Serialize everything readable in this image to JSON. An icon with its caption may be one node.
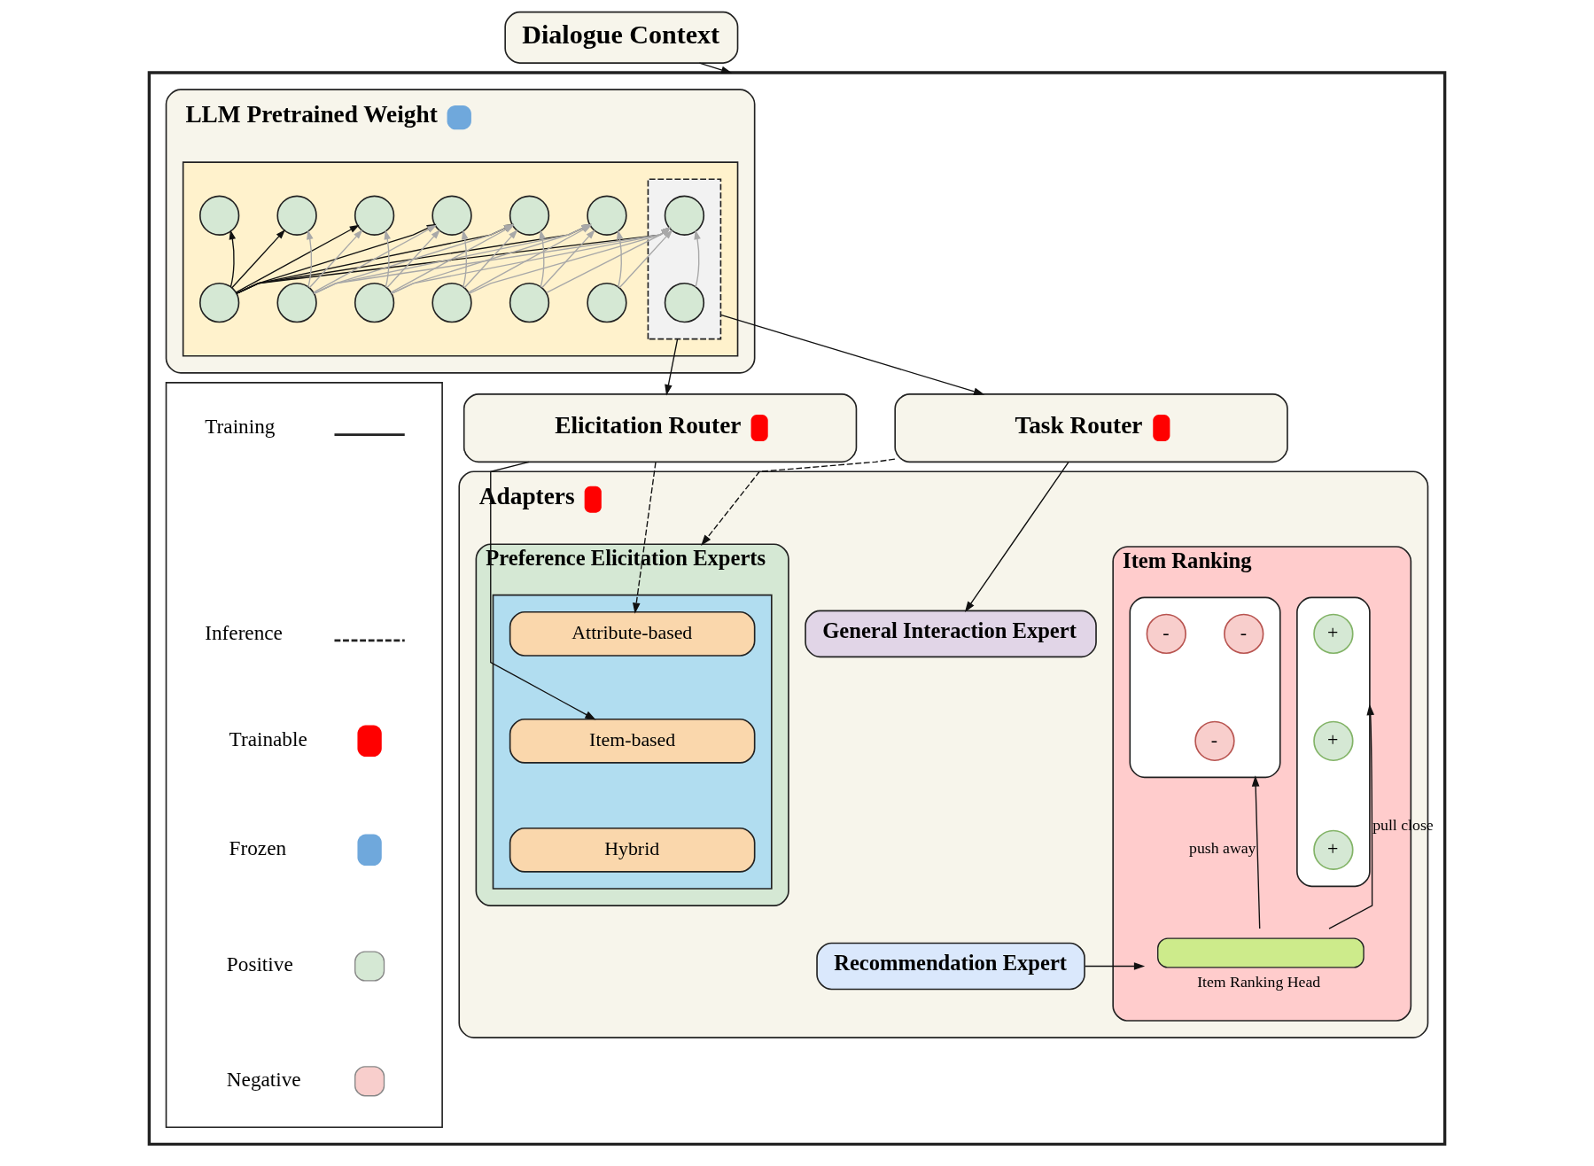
{
  "diagram": {
    "nodes": [
      {
        "text": [
          "Dialogue Context"
        ]
      },
      {
        "text": [],
        "shape": "box"
      },
      {
        "text": [
          "LLM Pretrained Weight"
        ],
        "in": 1
      },
      {
        "text": [],
        "shape": "box",
        "in": 2
      },
      {
        "text": [],
        "shape": "circle",
        "in": 3
      },
      {
        "text": [],
        "shape": "circle",
        "in": 3
      },
      {
        "text": [],
        "shape": "circle",
        "in": 3
      },
      {
        "text": [],
        "shape": "circle",
        "in": 3
      },
      {
        "text": [],
        "shape": "circle",
        "in": 3
      },
      {
        "text": [],
        "shape": "circle",
        "in": 3
      },
      {
        "text": [],
        "shape": "box",
        "in": 3
      },
      {
        "text": [],
        "shape": "circle",
        "in": 10
      },
      {
        "text": [],
        "shape": "circle",
        "in": 3
      },
      {
        "text": [],
        "shape": "circle",
        "in": 3
      },
      {
        "text": [],
        "shape": "circle",
        "in": 3
      },
      {
        "text": [],
        "shape": "circle",
        "in": 3
      },
      {
        "text": [],
        "shape": "circle",
        "in": 3
      },
      {
        "text": [],
        "shape": "circle",
        "in": 3
      },
      {
        "text": [],
        "shape": "circle",
        "in": 10
      },
      {
        "text": [
          "Elicitation Router"
        ],
        "in": 1
      },
      {
        "text": [
          "Task Router"
        ],
        "in": 1
      },
      {
        "text": [
          "Adapters"
        ],
        "in": 1
      },
      {
        "text": [
          "Preference Elicitation Experts"
        ],
        "in": 21
      },
      {
        "text": [],
        "shape": "box",
        "in": 22
      },
      {
        "text": [
          "Attribute-based"
        ],
        "in": 23
      },
      {
        "text": [
          "Item-based"
        ],
        "in": 23
      },
      {
        "text": [
          "Hybrid"
        ],
        "in": 23
      },
      {
        "text": [
          "General Interaction Expert"
        ],
        "in": 21
      },
      {
        "text": [
          "Recommendation Expert"
        ],
        "in": 21
      },
      {
        "text": [
          "Item Ranking"
        ],
        "in": 21
      },
      {
        "text": [],
        "shape": "ellipse",
        "in": 29
      },
      {
        "text": [
          "+"
        ],
        "in": 30
      },
      {
        "text": [
          "+"
        ],
        "in": 30
      },
      {
        "text": [
          "+"
        ],
        "in": 30
      },
      {
        "text": [],
        "shape": "ellipse",
        "in": 29
      },
      {
        "text": [
          "-"
        ],
        "in": 34
      },
      {
        "text": [
          "-"
        ],
        "in": 34
      },
      {
        "text": [
          "-"
        ],
        "in": 34
      },
      {
        "text": [],
        "shape": "bar",
        "in": 29,
        "beside": [
          "Item Ranking Head"
        ]
      },
      {
        "text": [],
        "shape": "box",
        "in": 1
      }
    ],
    "edges": [
      {
        "from": 0,
        "to": 1,
        "arrow": "to",
        "color": "#111111"
      },
      {
        "from": 12,
        "to": 4,
        "arrow": "to",
        "color": "#111111"
      },
      {
        "from": 12,
        "to": 5,
        "arrow": "to",
        "color": "#111111"
      },
      {
        "from": 12,
        "to": 6,
        "arrow": "to",
        "color": "#111111"
      },
      {
        "from": 12,
        "to": 7,
        "arrow": "to",
        "color": "#111111"
      },
      {
        "from": 12,
        "to": 8,
        "arrow": "to",
        "color": "#111111"
      },
      {
        "from": 12,
        "to": 9,
        "arrow": "to",
        "color": "#111111"
      },
      {
        "from": 12,
        "to": 11,
        "arrow": "to",
        "color": "#111111"
      },
      {
        "from": 13,
        "to": 5,
        "arrow": "to",
        "color": "#a8a8a8"
      },
      {
        "from": 13,
        "to": 6,
        "arrow": "to",
        "color": "#a8a8a8"
      },
      {
        "from": 13,
        "to": 7,
        "arrow": "to",
        "color": "#a8a8a8"
      },
      {
        "from": 13,
        "to": 8,
        "arrow": "to",
        "color": "#a8a8a8"
      },
      {
        "from": 13,
        "to": 9,
        "arrow": "to",
        "color": "#a8a8a8"
      },
      {
        "from": 13,
        "to": 11,
        "arrow": "to",
        "color": "#a8a8a8"
      },
      {
        "from": 14,
        "to": 6,
        "arrow": "to",
        "color": "#a8a8a8"
      },
      {
        "from": 14,
        "to": 7,
        "arrow": "to",
        "color": "#a8a8a8"
      },
      {
        "from": 14,
        "to": 8,
        "arrow": "to",
        "color": "#a8a8a8"
      },
      {
        "from": 14,
        "to": 9,
        "arrow": "to",
        "color": "#a8a8a8"
      },
      {
        "from": 14,
        "to": 11,
        "arrow": "to",
        "color": "#a8a8a8"
      },
      {
        "from": 15,
        "to": 7,
        "arrow": "to",
        "color": "#a8a8a8"
      },
      {
        "from": 15,
        "to": 8,
        "arrow": "to",
        "color": "#a8a8a8"
      },
      {
        "from": 15,
        "to": 9,
        "arrow": "to",
        "color": "#a8a8a8"
      },
      {
        "from": 15,
        "to": 11,
        "arrow": "to",
        "color": "#a8a8a8"
      },
      {
        "from": 16,
        "to": 8,
        "arrow": "to",
        "color": "#a8a8a8"
      },
      {
        "from": 16,
        "to": 9,
        "arrow": "to",
        "color": "#a8a8a8"
      },
      {
        "from": 16,
        "to": 11,
        "arrow": "to",
        "color": "#a8a8a8"
      },
      {
        "from": 17,
        "to": 9,
        "arrow": "to",
        "color": "#a8a8a8"
      },
      {
        "from": 17,
        "to": 11,
        "arrow": "to",
        "color": "#a8a8a8"
      },
      {
        "from": 18,
        "to": 11,
        "arrow": "to",
        "color": "#a8a8a8"
      },
      {
        "from": 10,
        "to": 19,
        "arrow": "to",
        "color": "#111111"
      },
      {
        "from": 10,
        "to": 20,
        "arrow": "to",
        "color": "#111111"
      },
      {
        "from": 19,
        "to": 25,
        "arrow": "to",
        "color": "#111111"
      },
      {
        "from": 19,
        "to": 24,
        "arrow": "to",
        "style": "dashed",
        "color": "#111111"
      },
      {
        "from": 20,
        "to": 27,
        "arrow": "to",
        "color": "#111111"
      },
      {
        "from": 20,
        "to": 22,
        "arrow": "to",
        "style": "dashed",
        "color": "#111111"
      },
      {
        "from": 28,
        "to": 38,
        "arrow": "to",
        "color": "#111111"
      },
      {
        "from": 38,
        "to": 30,
        "arrow": "to",
        "label": "pull close",
        "color": "#111111"
      },
      {
        "from": 38,
        "to": 34,
        "arrow": "to",
        "label": "push away",
        "color": "#111111"
      }
    ],
    "legend": [
      {
        "text": "Training"
      },
      {
        "text": "Inference"
      },
      {
        "text": "Trainable"
      },
      {
        "text": "Frozen"
      },
      {
        "text": "Positive"
      },
      {
        "text": "Negative"
      }
    ]
  }
}
